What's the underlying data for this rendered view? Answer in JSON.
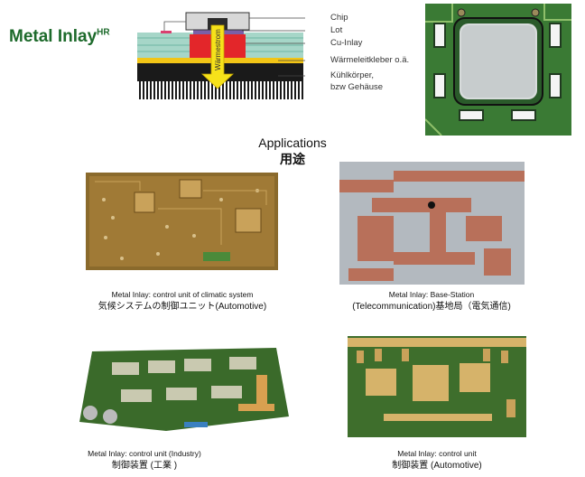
{
  "header": {
    "title": "Metal Inlay",
    "title_superscript": "HR"
  },
  "diagram": {
    "labels": {
      "chip": "Chip",
      "lot": "Lot",
      "cu_inlay": "Cu-Inlay",
      "adhesive": "Wärmeleitkleber o.ä.",
      "heatsink_line1": "Kühlkörper,",
      "heatsink_line2": "bzw Gehäuse"
    },
    "arrow_text": "Wärmestrom",
    "colors": {
      "chip": "#d8d8d8",
      "cu_inlay": "#e3262a",
      "pcb": "#a6d6c8",
      "adhesive": "#f2c516",
      "heatsink": "#1a1a1a",
      "arrow": "#f6e21a"
    }
  },
  "applications": {
    "title_en": "Applications",
    "title_cn": "用途"
  },
  "items": [
    {
      "caption_line1": "Metal Inlay: control unit of climatic system",
      "caption_line2": "気候システムの制御ユニット(Automotive)"
    },
    {
      "caption_line1": "Metal Inlay: Base-Station",
      "caption_line2": "(Telecommunication)基地局（電気通信)"
    },
    {
      "caption_line1": "Metal Inlay:  control unit (Industry)",
      "caption_line2": "制御装置 (工業 )"
    },
    {
      "caption_line1": "Metal Inlay: control unit",
      "caption_line2": "制御装置 (Automotive)"
    }
  ]
}
